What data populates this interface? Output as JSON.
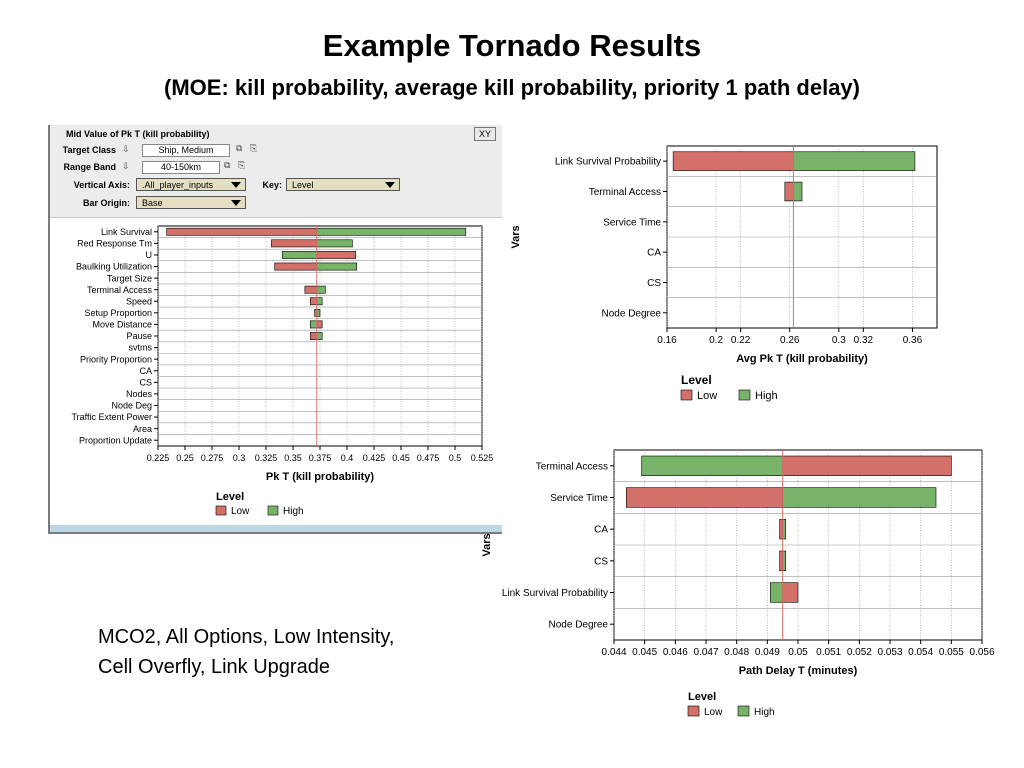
{
  "slide": {
    "title": "Example Tornado Results",
    "subtitle": "(MOE: kill probability, average kill probability, priority 1 path delay)",
    "caption_line1": "MCO2, All Options, Low Intensity,",
    "caption_line2": "Cell Overfly, Link Upgrade"
  },
  "panel": {
    "heading": "Mid Value of Pk T (kill probability)",
    "xy_button": "XY",
    "target_class_label": "Target Class",
    "target_class_value": "Ship, Medium",
    "range_band_label": "Range Band",
    "range_band_value": "40-150km",
    "vertical_axis_label": "Vertical Axis:",
    "vertical_axis_value": ".All_player_inputs",
    "key_label": "Key:",
    "key_value": "Level",
    "bar_origin_label": "Bar Origin:",
    "bar_origin_value": "Base"
  },
  "colors": {
    "low": "#d4706a",
    "high": "#78b36a",
    "grid": "#9a9a9a",
    "axis": "#000000"
  },
  "chart_data": [
    {
      "type": "bar",
      "orientation": "horizontal-tornado",
      "xlabel": "Pk T (kill probability)",
      "ylabel": "",
      "baseline": 0.372,
      "xlim": [
        0.225,
        0.525
      ],
      "xticks": [
        0.225,
        0.25,
        0.275,
        0.3,
        0.325,
        0.35,
        0.375,
        0.4,
        0.425,
        0.45,
        0.475,
        0.5,
        0.525
      ],
      "xtick_labels": [
        "0.225",
        "0.25",
        "0.275",
        "0.3",
        "0.325",
        "0.35",
        "0.375",
        "0.4",
        "0.425",
        "0.45",
        "0.475",
        "0.5",
        "0.525"
      ],
      "legend": {
        "title": "Level",
        "items": [
          "Low",
          "High"
        ]
      },
      "categories": [
        "Link Survival",
        "Red Response Tm",
        "U",
        "Baulking Utilization",
        "Target Size",
        "Terminal Access",
        "Speed",
        "Setup Proportion",
        "Move Distance",
        "Pause",
        "svtms",
        "Priority Proportion",
        "CA",
        "CS",
        "Nodes",
        "Node Deg",
        "Traffic Extent Power",
        "Area",
        "Proportion Update"
      ],
      "series": [
        {
          "name": "Low",
          "values": [
            0.233,
            0.33,
            0.408,
            0.333,
            null,
            0.361,
            0.366,
            0.37,
            0.377,
            0.366,
            null,
            null,
            null,
            null,
            null,
            null,
            null,
            null,
            null
          ]
        },
        {
          "name": "High",
          "values": [
            0.51,
            0.405,
            0.34,
            0.409,
            null,
            0.38,
            0.377,
            0.375,
            0.366,
            0.377,
            null,
            null,
            null,
            null,
            null,
            null,
            null,
            null,
            null
          ]
        }
      ]
    },
    {
      "type": "bar",
      "orientation": "horizontal-tornado",
      "xlabel": "Avg Pk T (kill probability)",
      "ylabel": "Vars",
      "baseline": 0.263,
      "xlim": [
        0.16,
        0.38
      ],
      "xticks": [
        0.16,
        0.2,
        0.22,
        0.26,
        0.3,
        0.32,
        0.36
      ],
      "xtick_labels": [
        "0.16",
        "0.2",
        "0.22",
        "0.26",
        "0.3",
        "0.32",
        "0.36"
      ],
      "legend": {
        "title": "Level",
        "items": [
          "Low",
          "High"
        ]
      },
      "categories": [
        "Link Survival Probability",
        "Terminal Access",
        "Service Time",
        "CA",
        "CS",
        "Node Degree"
      ],
      "series": [
        {
          "name": "Low",
          "values": [
            0.165,
            0.256,
            null,
            null,
            null,
            null
          ]
        },
        {
          "name": "High",
          "values": [
            0.362,
            0.27,
            null,
            null,
            null,
            null
          ]
        }
      ]
    },
    {
      "type": "bar",
      "orientation": "horizontal-tornado",
      "xlabel": "Path Delay T (minutes)",
      "ylabel": "Vars",
      "baseline": 0.0495,
      "xlim": [
        0.044,
        0.056
      ],
      "xticks": [
        0.044,
        0.045,
        0.046,
        0.047,
        0.048,
        0.049,
        0.05,
        0.051,
        0.052,
        0.053,
        0.054,
        0.055,
        0.056
      ],
      "xtick_labels": [
        "0.044",
        "0.045",
        "0.046",
        "0.047",
        "0.048",
        "0.049",
        "0.05",
        "0.051",
        "0.052",
        "0.053",
        "0.054",
        "0.055",
        "0.056"
      ],
      "legend": {
        "title": "Level",
        "items": [
          "Low",
          "High"
        ]
      },
      "categories": [
        "Terminal Access",
        "Service Time",
        "CA",
        "CS",
        "Link Survival Probability",
        "Node Degree"
      ],
      "series": [
        {
          "name": "Low",
          "values": [
            0.055,
            0.0444,
            0.0494,
            0.0494,
            0.05,
            null
          ]
        },
        {
          "name": "High",
          "values": [
            0.0449,
            0.0545,
            0.0496,
            0.0496,
            0.0491,
            null
          ]
        }
      ]
    }
  ]
}
